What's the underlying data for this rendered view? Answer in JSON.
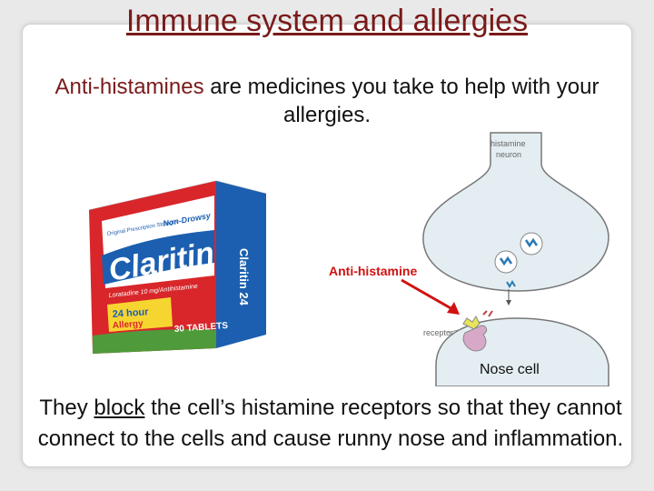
{
  "slide": {
    "title": "Immune system and allergies",
    "intro_highlight": "Anti-histamines",
    "intro_rest": " are medicines you take to help with your allergies.",
    "bottom_pre": "They ",
    "bottom_underlined": "block",
    "bottom_post": " the cell’s histamine receptors so that they cannot connect to the cells and cause runny nose and inflammation."
  },
  "product_box": {
    "brand": "Claritin",
    "non_drowsy": "Non-Drowsy",
    "original_strength": "Original Prescription Strength",
    "ingredient": "Loratadine 10 mg/Antihistamine",
    "duration": "24 hour",
    "allergy": "Allergy",
    "count": "30 TABLETS",
    "side_brand": "Claritin 24"
  },
  "diagram": {
    "neuron_label_line1": "histamine",
    "neuron_label_line2": "neuron",
    "receptor_label": "receptor",
    "antihistamine_label": "Anti-histamine",
    "nose_cell_label": "Nose cell"
  },
  "colors": {
    "title": "#7a1a1a",
    "highlight": "#7a1a1a",
    "arrow": "#d11111",
    "box_red": "#d8262a",
    "box_blue": "#1c5fb0",
    "cell_fill": "#e4eef2"
  }
}
